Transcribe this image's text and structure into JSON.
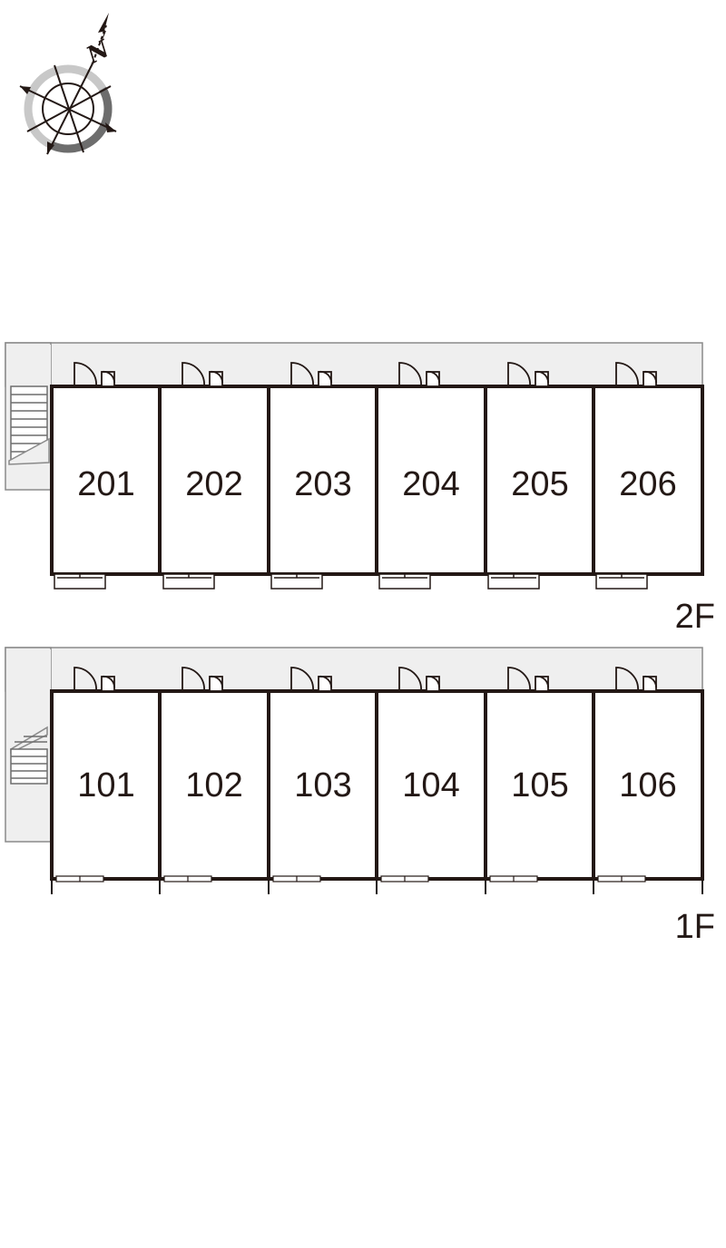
{
  "compass": {
    "north_label": "N",
    "icon": "compass-rose-icon"
  },
  "floors": [
    {
      "id": "2F",
      "label": "2F",
      "units": [
        "201",
        "202",
        "203",
        "204",
        "205",
        "206"
      ]
    },
    {
      "id": "1F",
      "label": "1F",
      "units": [
        "101",
        "102",
        "103",
        "104",
        "105",
        "106"
      ]
    }
  ],
  "colors": {
    "wall": "#231815",
    "corridor": "#efefef",
    "outline": "#8a8a8a"
  }
}
